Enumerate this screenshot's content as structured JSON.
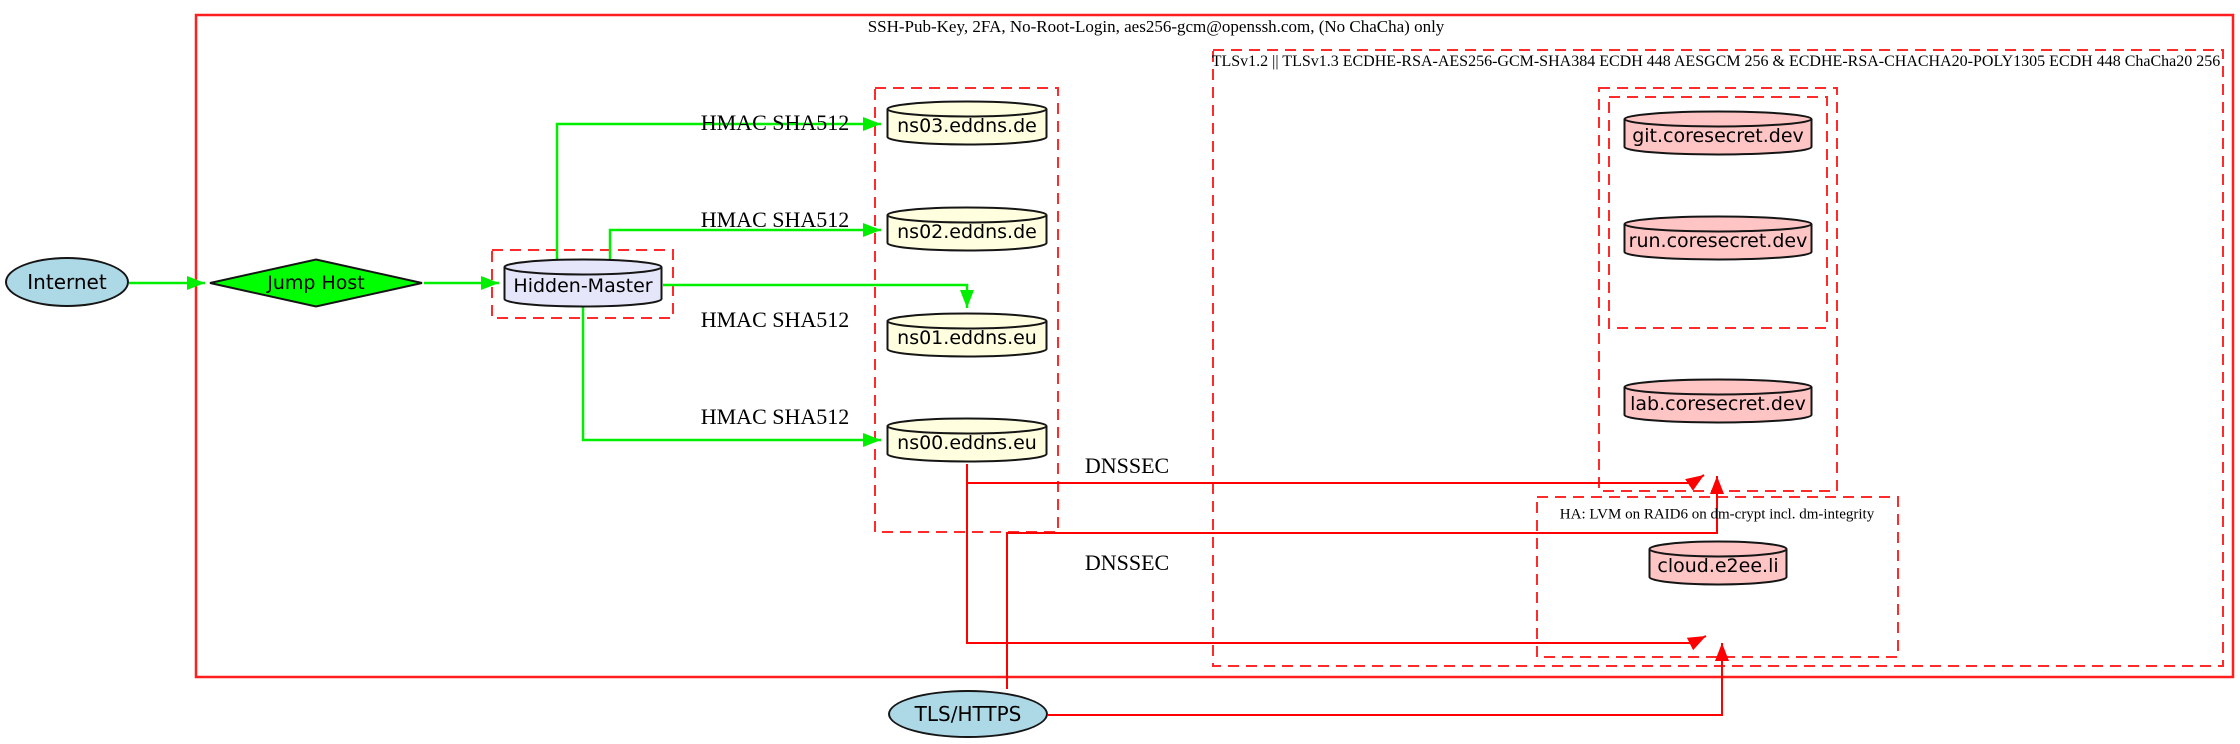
{
  "diagram": {
    "clusters": {
      "ssh": {
        "label": "SSH-Pub-Key, 2FA, No-Root-Login, aes256-gcm@openssh.com, (No ChaCha) only"
      },
      "tls": {
        "label": "TLSv1.2 || TLSv1.3 ECDHE-RSA-AES256-GCM-SHA384 ECDH 448 AESGCM 256 & ECDHE-RSA-CHACHA20-POLY1305 ECDH 448 ChaCha20 256"
      },
      "ha": {
        "label": "HA: LVM on RAID6 on dm-crypt incl. dm-integrity"
      }
    },
    "nodes": {
      "internet": {
        "label": "Internet"
      },
      "jump_host": {
        "label": "Jump Host"
      },
      "hidden_master": {
        "label": "Hidden-Master"
      },
      "ns03": {
        "label": "ns03.eddns.de"
      },
      "ns02": {
        "label": "ns02.eddns.de"
      },
      "ns01": {
        "label": "ns01.eddns.eu"
      },
      "ns00": {
        "label": "ns00.eddns.eu"
      },
      "git": {
        "label": "git.coresecret.dev"
      },
      "run": {
        "label": "run.coresecret.dev"
      },
      "lab": {
        "label": "lab.coresecret.dev"
      },
      "cloud": {
        "label": "cloud.e2ee.li"
      },
      "tls_https": {
        "label": "TLS/HTTPS"
      }
    },
    "edge_labels": {
      "hmac": "HMAC SHA512",
      "dnssec": "DNSSEC"
    },
    "colors": {
      "edge_green": "#00ef00",
      "edge_red": "#ff0000",
      "cluster_red": "#ff2a2a",
      "node_blue": "#add8e6",
      "node_green": "#00ff00",
      "node_lavender": "#e6e6fa",
      "node_yellow": "#ffffe0",
      "node_pink": "#ffc5c5"
    }
  }
}
